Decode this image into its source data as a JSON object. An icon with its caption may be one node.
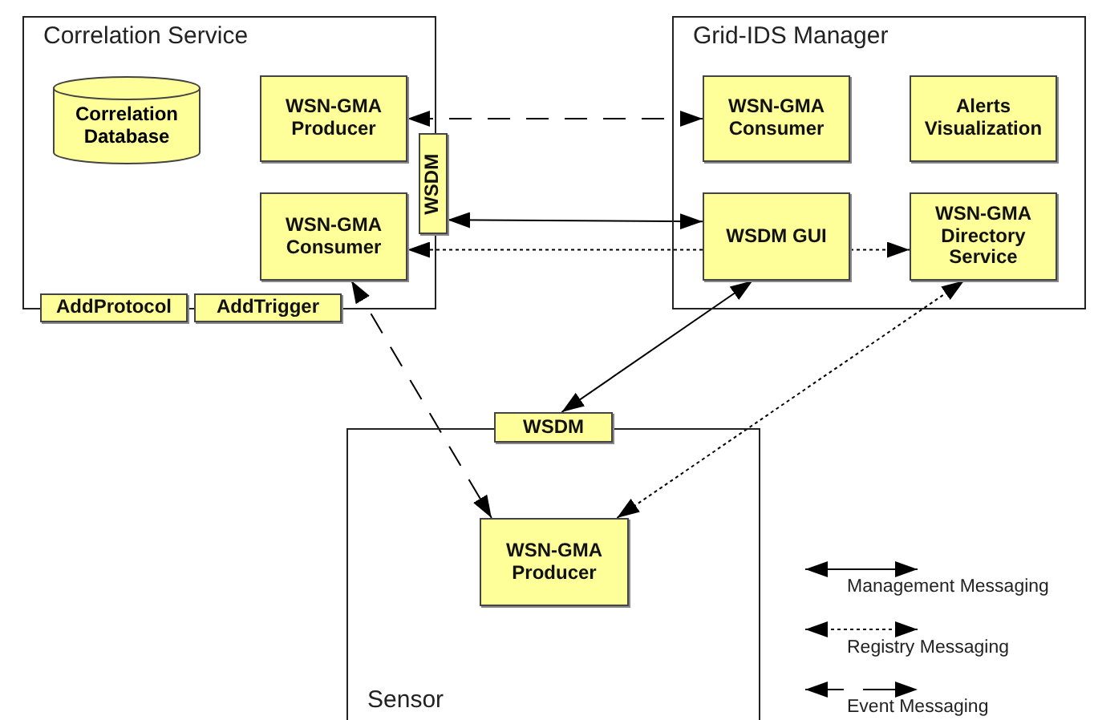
{
  "diagram": {
    "nodes": [
      {
        "text": [
          "Correlation Service"
        ]
      },
      {
        "text": [
          "Correlation Database"
        ],
        "in": 0
      },
      {
        "text": [
          "WSN-GMA Producer"
        ],
        "in": 0
      },
      {
        "text": [
          "WSN-GMA Consumer"
        ],
        "in": 0
      },
      {
        "text": [
          "WSDM"
        ]
      },
      {
        "text": [
          "AddProtocol"
        ]
      },
      {
        "text": [
          "AddTrigger"
        ]
      },
      {
        "text": [
          "Grid-IDS Manager"
        ]
      },
      {
        "text": [
          "WSN-GMA Consumer"
        ],
        "in": 7
      },
      {
        "text": [
          "Alerts Visualization"
        ],
        "in": 7
      },
      {
        "text": [
          "WSDM GUI"
        ],
        "in": 7
      },
      {
        "text": [
          "WSN-GMA Directory Service"
        ],
        "in": 7
      },
      {
        "text": [
          "Sensor"
        ]
      },
      {
        "text": [
          "WSDM"
        ]
      },
      {
        "text": [
          "WSN-GMA Producer"
        ],
        "in": 12
      }
    ],
    "edges": [
      {
        "from": 8,
        "to": 2,
        "arrow": "both",
        "style": "dashed"
      },
      {
        "from": 4,
        "to": 10,
        "arrow": "both"
      },
      {
        "from": 10,
        "to": 3,
        "arrow": "to",
        "style": "dashed"
      },
      {
        "from": 10,
        "to": 11,
        "arrow": "to",
        "style": "dashed"
      },
      {
        "from": 10,
        "to": 13,
        "arrow": "both"
      },
      {
        "from": 11,
        "to": 14,
        "arrow": "both",
        "style": "dashed"
      },
      {
        "from": 3,
        "to": 14,
        "arrow": "both",
        "style": "dashed"
      }
    ],
    "legend": [
      {
        "text": "Management Messaging"
      },
      {
        "text": "Registry Messaging"
      },
      {
        "text": "Event Messaging"
      }
    ]
  }
}
